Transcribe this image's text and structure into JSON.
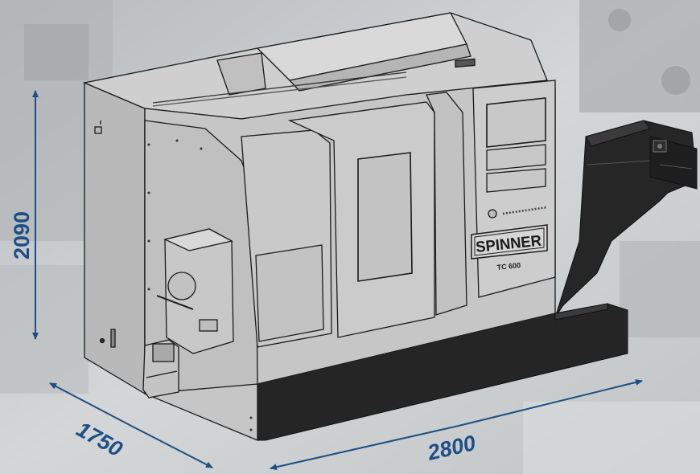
{
  "dimensions": {
    "height": "2090",
    "depth": "1750",
    "width": "2800"
  },
  "machine": {
    "brand": "SPINNER",
    "model": "TC 600"
  },
  "colors": {
    "dimension_blue": "#1d4f86",
    "machine_gray": "#c6c6c6",
    "machine_dark": "#232323",
    "background": "#c9cccd"
  },
  "icons": [
    "arrow-icon"
  ]
}
